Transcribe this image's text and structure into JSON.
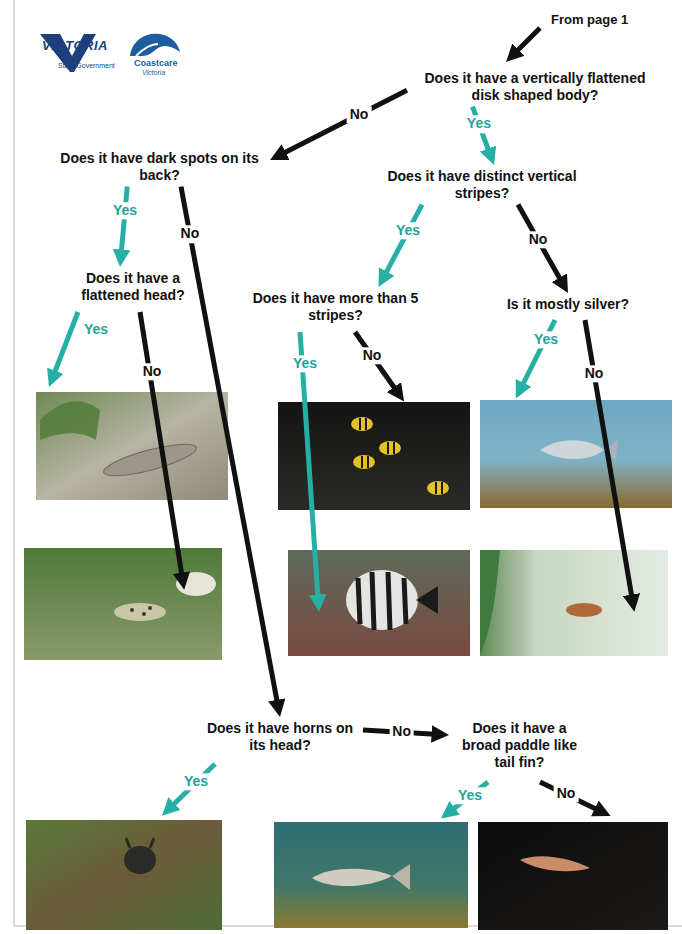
{
  "diagram": {
    "nodes": [
      {
        "text": [
          "Does it have a vertically flattened disk shaped body?"
        ]
      },
      {
        "text": [
          "Does it have dark spots on its back?"
        ]
      },
      {
        "text": [
          "Does it have distinct vertical stripes?"
        ]
      },
      {
        "text": [
          "Does it have a flattened head?"
        ]
      },
      {
        "text": [
          "Does it have more than 5 stripes?"
        ]
      },
      {
        "text": [
          "Is it mostly silver?"
        ]
      },
      {
        "text": [
          "Does it have horns on its head?"
        ]
      },
      {
        "text": [
          "Does it have a broad paddle like tail fin?"
        ]
      }
    ],
    "edges": [
      {
        "from": 0,
        "to": 1,
        "label": "No",
        "arrow": "to"
      },
      {
        "from": 0,
        "to": 2,
        "label": "Yes",
        "arrow": "to"
      },
      {
        "from": 1,
        "to": 3,
        "label": "Yes",
        "arrow": "to"
      },
      {
        "from": 1,
        "to": 6,
        "label": "No",
        "arrow": "to"
      },
      {
        "from": 2,
        "to": 4,
        "label": "Yes",
        "arrow": "to"
      },
      {
        "from": 2,
        "to": 5,
        "label": "No",
        "arrow": "to"
      },
      {
        "from": 6,
        "to": 7,
        "label": "No",
        "arrow": "to"
      }
    ],
    "labels": [
      "VICTORIA",
      "State Government",
      "Coastcare",
      "Victoria",
      "From page 1",
      "Yes",
      "No",
      "Yes",
      "No",
      "Yes",
      "No",
      "Yes",
      "Yes",
      "No"
    ]
  }
}
